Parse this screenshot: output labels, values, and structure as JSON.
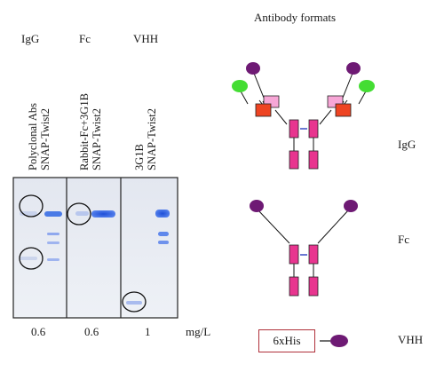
{
  "gel": {
    "lane_headers": [
      "IgG",
      "Fc",
      "VHH"
    ],
    "lane_labels": [
      [
        "Polyclonal Abs",
        "SNAP-Twist2"
      ],
      [
        "Rabbit-Fc+3G1B",
        "SNAP-Twist2"
      ],
      [
        "3G1B",
        "SNAP-Twist2"
      ]
    ],
    "concentrations": [
      "0.6",
      "0.6",
      "1"
    ],
    "unit": "mg/L"
  },
  "formats": {
    "title": "Antibody formats",
    "igg_label": "IgG",
    "fc_label": "Fc",
    "vhh_label": "VHH",
    "his_tag": "6xHis"
  },
  "colors": {
    "hinge": "#e8358f",
    "snap_tag": "#f7a6d6",
    "green_domain": "#44dd33",
    "orange_domain": "#ee4422",
    "vhh_purple": "#6e1a74",
    "band_blue": "#2f5fe0",
    "tag_border": "#b0303a"
  }
}
